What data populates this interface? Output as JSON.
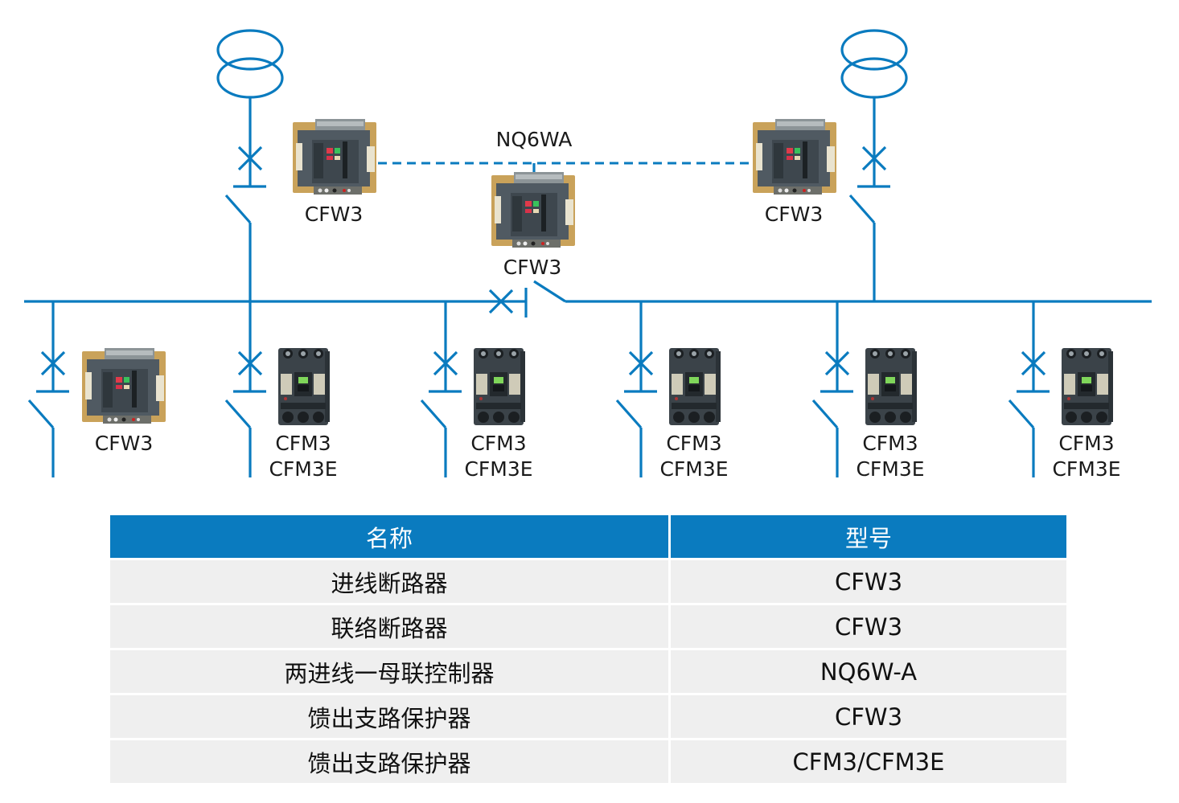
{
  "diagram": {
    "controller_label": "NQ6WA",
    "incoming": [
      {
        "label": "CFW3"
      },
      {
        "label": "CFW3"
      }
    ],
    "coupler": {
      "label": "CFW3"
    },
    "feeders": [
      {
        "line1": "CFW3",
        "line2": "",
        "type": "acb"
      },
      {
        "line1": "CFM3",
        "line2": "CFM3E",
        "type": "mccb"
      },
      {
        "line1": "CFM3",
        "line2": "CFM3E",
        "type": "mccb"
      },
      {
        "line1": "CFM3",
        "line2": "CFM3E",
        "type": "mccb"
      },
      {
        "line1": "CFM3",
        "line2": "CFM3E",
        "type": "mccb"
      },
      {
        "line1": "CFM3",
        "line2": "CFM3E",
        "type": "mccb"
      }
    ],
    "colors": {
      "wire": "#0a7bbf",
      "header": "#0a7bbf",
      "row": "#efefef"
    }
  },
  "table": {
    "headers": [
      "名称",
      "型号"
    ],
    "rows": [
      [
        "进线断路器",
        "CFW3"
      ],
      [
        "联络断路器",
        "CFW3"
      ],
      [
        "两进线一母联控制器",
        "NQ6W-A"
      ],
      [
        "馈出支路保护器",
        "CFW3"
      ],
      [
        "馈出支路保护器",
        "CFM3/CFM3E"
      ]
    ]
  }
}
